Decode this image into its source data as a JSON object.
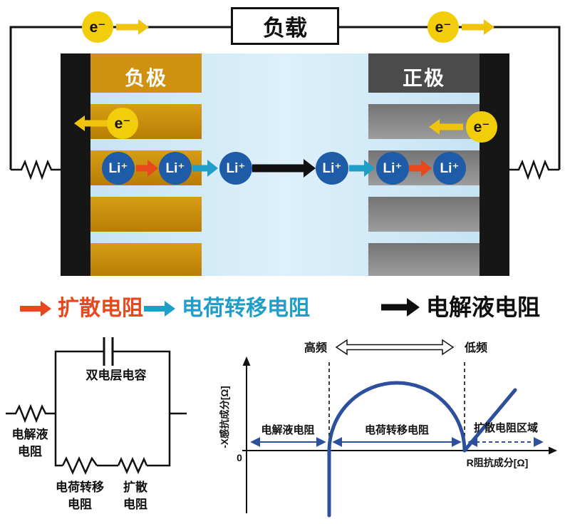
{
  "colors": {
    "electron_yellow": "#f2cd0a",
    "ion_blue": "#1e5ca7",
    "anode_orange": "#d19110",
    "cathode_gray": "#4b4b4b",
    "electrolyte_blue": "#cfe8f7",
    "diffusion_red": "#e8481c",
    "charge_transfer_teal": "#1e9ec9",
    "electrolyte_black": "#111111",
    "plot_navy": "#2c4f9e"
  },
  "load": {
    "label": "负载"
  },
  "electron": {
    "label": "e⁻"
  },
  "battery": {
    "anode_label": "负极",
    "cathode_label": "正极",
    "ion_label": "Li⁺"
  },
  "legend": {
    "diffusion": "扩散电阻",
    "charge_transfer": "电荷转移电阻",
    "electrolyte": "电解液电阻"
  },
  "circuit": {
    "capacitor_label": "双电层电容",
    "electrolyte_resistor": [
      "电解液",
      "电阻"
    ],
    "charge_transfer_resistor": [
      "电荷转移",
      "电阻"
    ],
    "diffusion_resistor": [
      "扩散",
      "电阻"
    ]
  },
  "plot": {
    "high_freq_label": "高频",
    "low_freq_label": "低频",
    "y_axis_label": "-X感抗成分[Ω]",
    "x_axis_label": "R阻抗成分[Ω]",
    "origin_label": "0",
    "region_electrolyte": "电解液电阻",
    "region_charge_transfer": "电荷转移电阻",
    "region_diffusion": "扩散电阻区域"
  }
}
